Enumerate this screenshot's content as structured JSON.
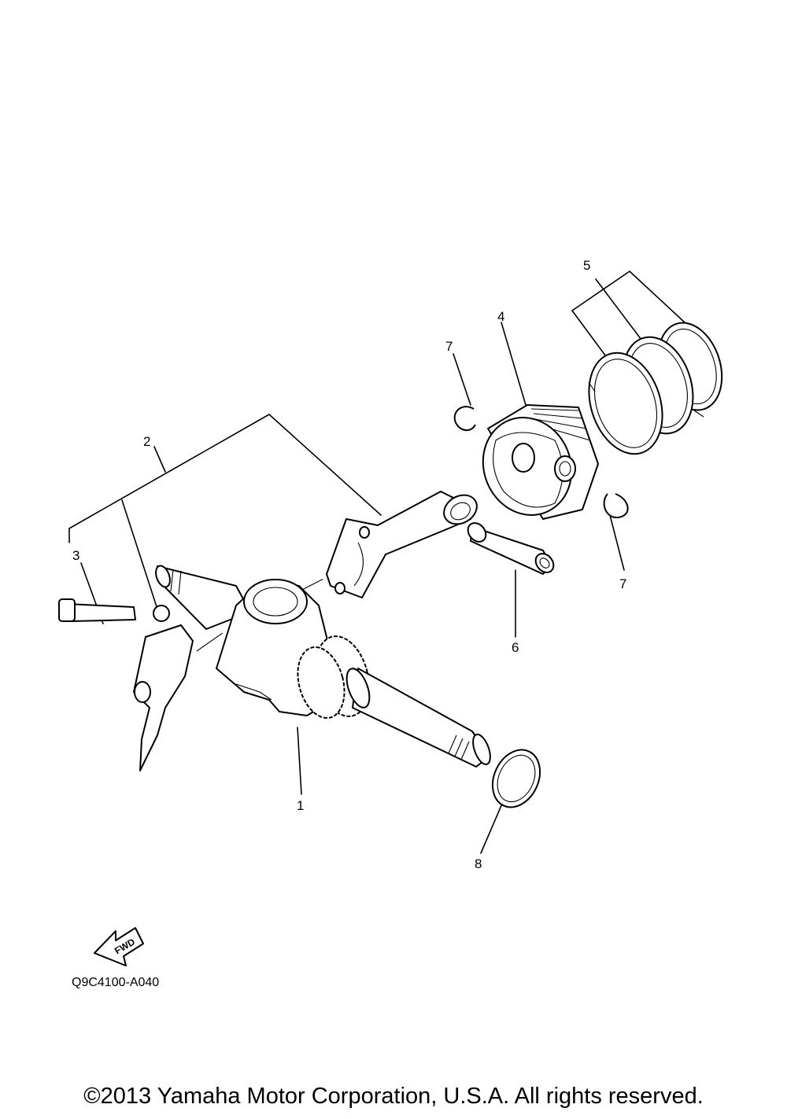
{
  "diagram": {
    "callouts": [
      {
        "id": "c1",
        "label": "1"
      },
      {
        "id": "c2",
        "label": "2"
      },
      {
        "id": "c3",
        "label": "3"
      },
      {
        "id": "c4",
        "label": "4"
      },
      {
        "id": "c5",
        "label": "5"
      },
      {
        "id": "c6",
        "label": "6"
      },
      {
        "id": "c7a",
        "label": "7"
      },
      {
        "id": "c7b",
        "label": "7"
      },
      {
        "id": "c8",
        "label": "8"
      }
    ],
    "fwd_label": "FWD",
    "code": "Q9C4100-A040"
  },
  "footer": {
    "copyright": "©2013 Yamaha Motor Corporation, U.S.A. All rights reserved."
  }
}
